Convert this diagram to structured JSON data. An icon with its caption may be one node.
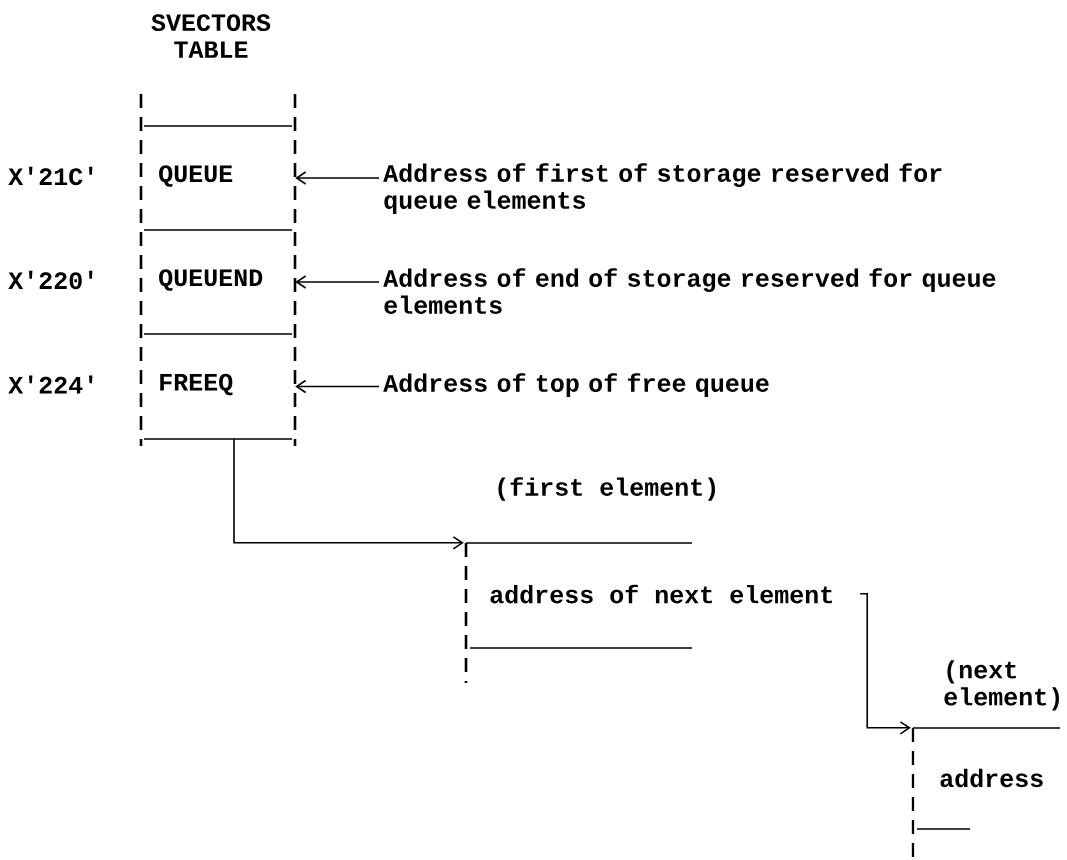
{
  "diagram": {
    "nodes": [
      {
        "text": [
          "SVECTORS TABLE"
        ]
      },
      {
        "text": [
          "QUEUE"
        ],
        "in": 0,
        "beside": [
          "X'21C'"
        ]
      },
      {
        "text": [
          "QUEUEND"
        ],
        "in": 0,
        "beside": [
          "X'220'"
        ]
      },
      {
        "text": [
          "FREEQ"
        ],
        "in": 0,
        "beside": [
          "X'224'"
        ]
      },
      {
        "text": [
          "Address of first of storage reserved for queue elements"
        ]
      },
      {
        "text": [
          "Address of end of storage reserved for queue elements"
        ]
      },
      {
        "text": [
          "Address of top of free queue"
        ]
      },
      {
        "text": [
          "(first element)",
          "address of next element"
        ]
      },
      {
        "text": [
          "(next element)",
          "address"
        ]
      }
    ],
    "edges": [
      {
        "from": 4,
        "to": 1,
        "arrow": "to"
      },
      {
        "from": 5,
        "to": 2,
        "arrow": "to"
      },
      {
        "from": 6,
        "to": 3,
        "arrow": "to"
      },
      {
        "from": 3,
        "to": 7,
        "arrow": "to"
      },
      {
        "from": 7,
        "to": 8,
        "arrow": "to"
      }
    ]
  }
}
